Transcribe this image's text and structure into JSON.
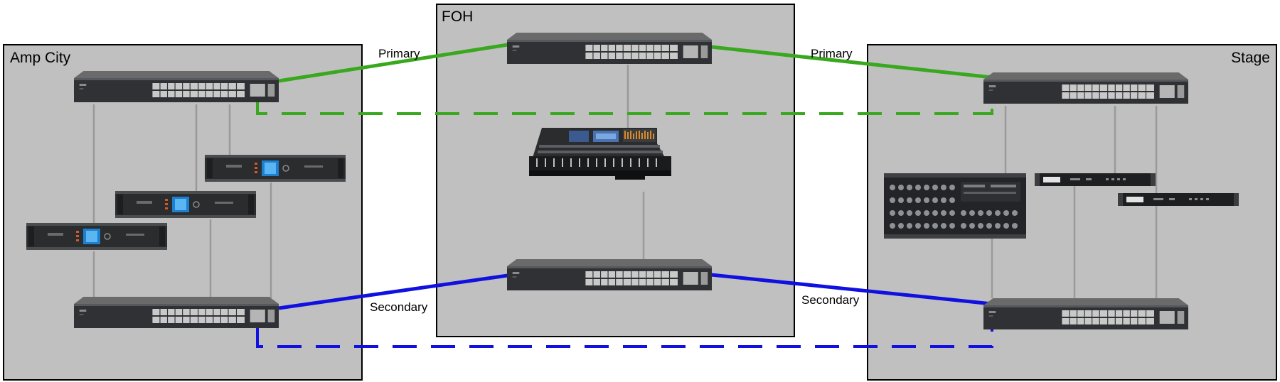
{
  "zones": {
    "amp_city": "Amp City",
    "foh": "FOH",
    "stage": "Stage"
  },
  "links": {
    "primary_left": "Primary",
    "primary_right": "Primary",
    "secondary_left": "Secondary",
    "secondary_right": "Secondary"
  },
  "colors": {
    "zone_fill": "#c0c0c0",
    "primary": "#3aa81f",
    "secondary": "#1010e0",
    "drop": "#9a9a9a"
  },
  "icons": {
    "switch": "network-switch-icon",
    "amplifier": "power-amplifier-icon",
    "console": "mixing-console-icon",
    "stagebox": "stage-box-icon",
    "receiver": "rack-receiver-icon"
  }
}
